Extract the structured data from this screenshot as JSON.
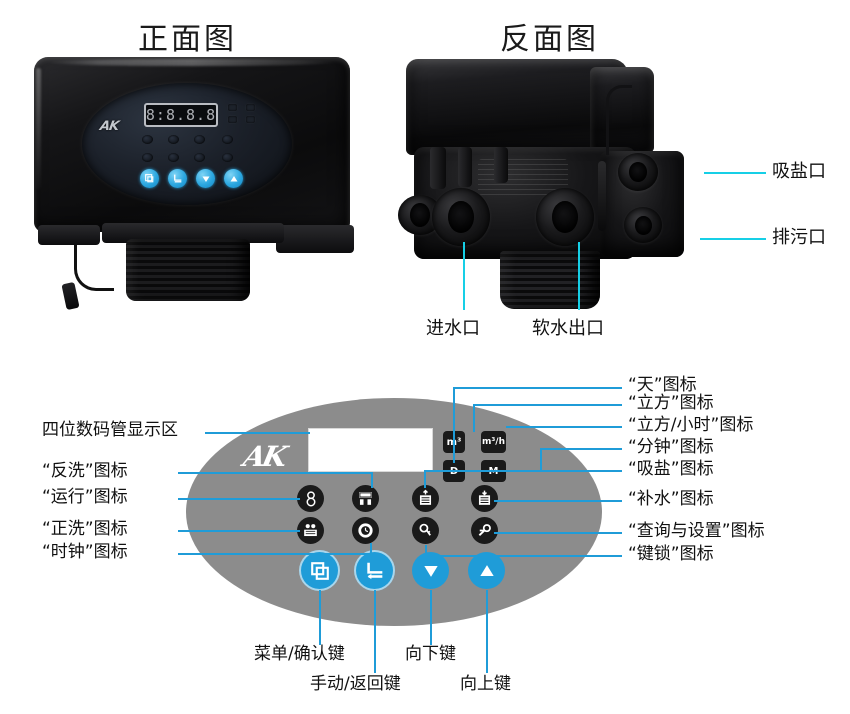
{
  "titles": {
    "front_view": "正面图",
    "back_view": "反面图"
  },
  "photo_labels": {
    "salt_intake": "吸盐口",
    "drain": "排污口",
    "water_inlet": "进水口",
    "soft_water_outlet": "软水出口"
  },
  "device": {
    "led_display_value": "8:8.8.8",
    "brand_logo": "AK"
  },
  "diagram": {
    "left_labels": [
      {
        "text": "四位数码管显示区",
        "name": "label-display-area"
      },
      {
        "text": "“反洗”图标",
        "name": "label-backwash-icon"
      },
      {
        "text": "“运行”图标",
        "name": "label-run-icon"
      },
      {
        "text": "“正洗”图标",
        "name": "label-rinse-icon"
      },
      {
        "text": "“时钟”图标",
        "name": "label-clock-icon"
      }
    ],
    "right_labels": [
      {
        "text": "“天”图标",
        "name": "label-day-icon"
      },
      {
        "text": "“立方”图标",
        "name": "label-cubic-icon"
      },
      {
        "text": "“立方/小时”图标",
        "name": "label-cubic-per-hour-icon"
      },
      {
        "text": "“分钟”图标",
        "name": "label-minute-icon"
      },
      {
        "text": "“吸盐”图标",
        "name": "label-salt-suction-icon"
      },
      {
        "text": "“补水”图标",
        "name": "label-refill-icon"
      },
      {
        "text": "“查询与设置”图标",
        "name": "label-query-setting-icon"
      },
      {
        "text": "“键锁”图标",
        "name": "label-key-lock-icon"
      }
    ],
    "bottom_labels": [
      {
        "text": "菜单/确认键",
        "name": "label-menu-confirm-key"
      },
      {
        "text": "向下键",
        "name": "label-down-key"
      },
      {
        "text": "手动/返回键",
        "name": "label-manual-back-key"
      },
      {
        "text": "向上键",
        "name": "label-up-key"
      }
    ],
    "mini_indicators": [
      {
        "name": "indicator-cubic",
        "glyph": "m³"
      },
      {
        "name": "indicator-cubic-per-hour",
        "glyph": "m³/h"
      },
      {
        "name": "indicator-day",
        "glyph": "D"
      },
      {
        "name": "indicator-minute",
        "glyph": "M"
      }
    ],
    "status_icons_row1": [
      {
        "name": "icon-run",
        "label": "运行"
      },
      {
        "name": "icon-backwash",
        "label": "反洗"
      },
      {
        "name": "icon-salt-suction",
        "label": "吸盐"
      },
      {
        "name": "icon-refill",
        "label": "补水"
      }
    ],
    "status_icons_row2": [
      {
        "name": "icon-rinse",
        "label": "正洗"
      },
      {
        "name": "icon-clock",
        "label": "时钟"
      },
      {
        "name": "icon-key-lock",
        "label": "键锁"
      },
      {
        "name": "icon-query-setting",
        "label": "查询与设置"
      }
    ],
    "keys": [
      {
        "name": "key-menu-confirm",
        "glyph": "menu-confirm-icon"
      },
      {
        "name": "key-manual-back",
        "glyph": "manual-back-icon"
      },
      {
        "name": "key-down",
        "glyph": "triangle-down-icon"
      },
      {
        "name": "key-up",
        "glyph": "triangle-up-icon"
      }
    ]
  },
  "colors": {
    "leader_blue": "#1f9cd8",
    "leader_cyan": "#16cfe6",
    "panel_gray": "#8c8c8c",
    "key_blue": "#1f9cd8",
    "icon_black": "#1a1a1a"
  }
}
